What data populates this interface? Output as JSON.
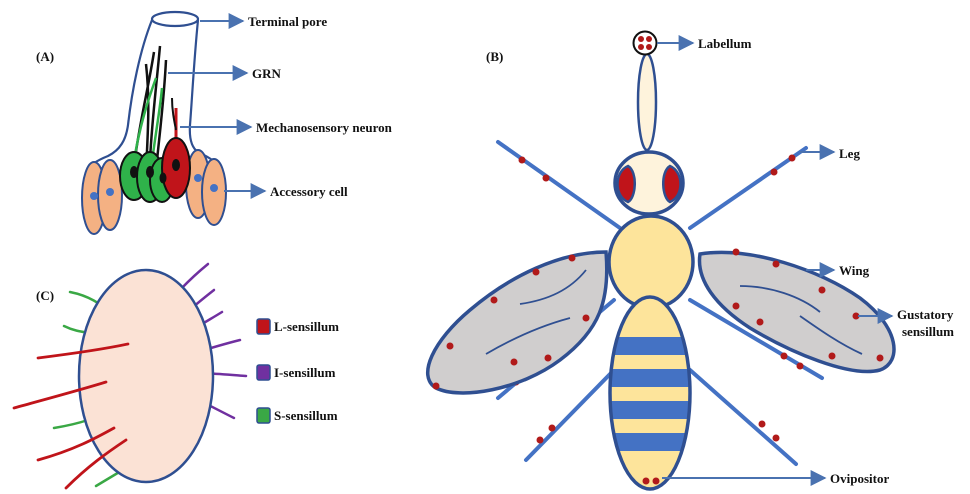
{
  "panels": {
    "a": "(A)",
    "b": "(B)",
    "c": "(C)"
  },
  "panel_a": {
    "terminal_pore": "Terminal pore",
    "grn": "GRN",
    "mechanosensory_neuron": "Mechanosensory neuron",
    "accessory_cell": "Accessory cell"
  },
  "panel_b": {
    "labellum": "Labellum",
    "leg": "Leg",
    "wing": "Wing",
    "gustatory_sensillum_line1": "Gustatory",
    "gustatory_sensillum_line2": "sensillum",
    "ovipositor": "Ovipositor"
  },
  "panel_c": {
    "legend": [
      {
        "label": "L-sensillum",
        "color": "#c0141a"
      },
      {
        "label": "I-sensillum",
        "color": "#7030a0"
      },
      {
        "label": "S-sensillum",
        "color": "#3aa845"
      }
    ]
  },
  "colors": {
    "arrow": "#4a72b0",
    "outline": "#2f4f91",
    "neuron_green": "#2fb24a",
    "neuron_red": "#c0141a",
    "accessory": "#f4b183",
    "insect_yellow": "#fde49b",
    "insect_blue": "#4472c4",
    "wing_gray": "#d0cece",
    "dot_red": "#b11a1a",
    "egg_fill": "#fbe2d5"
  }
}
